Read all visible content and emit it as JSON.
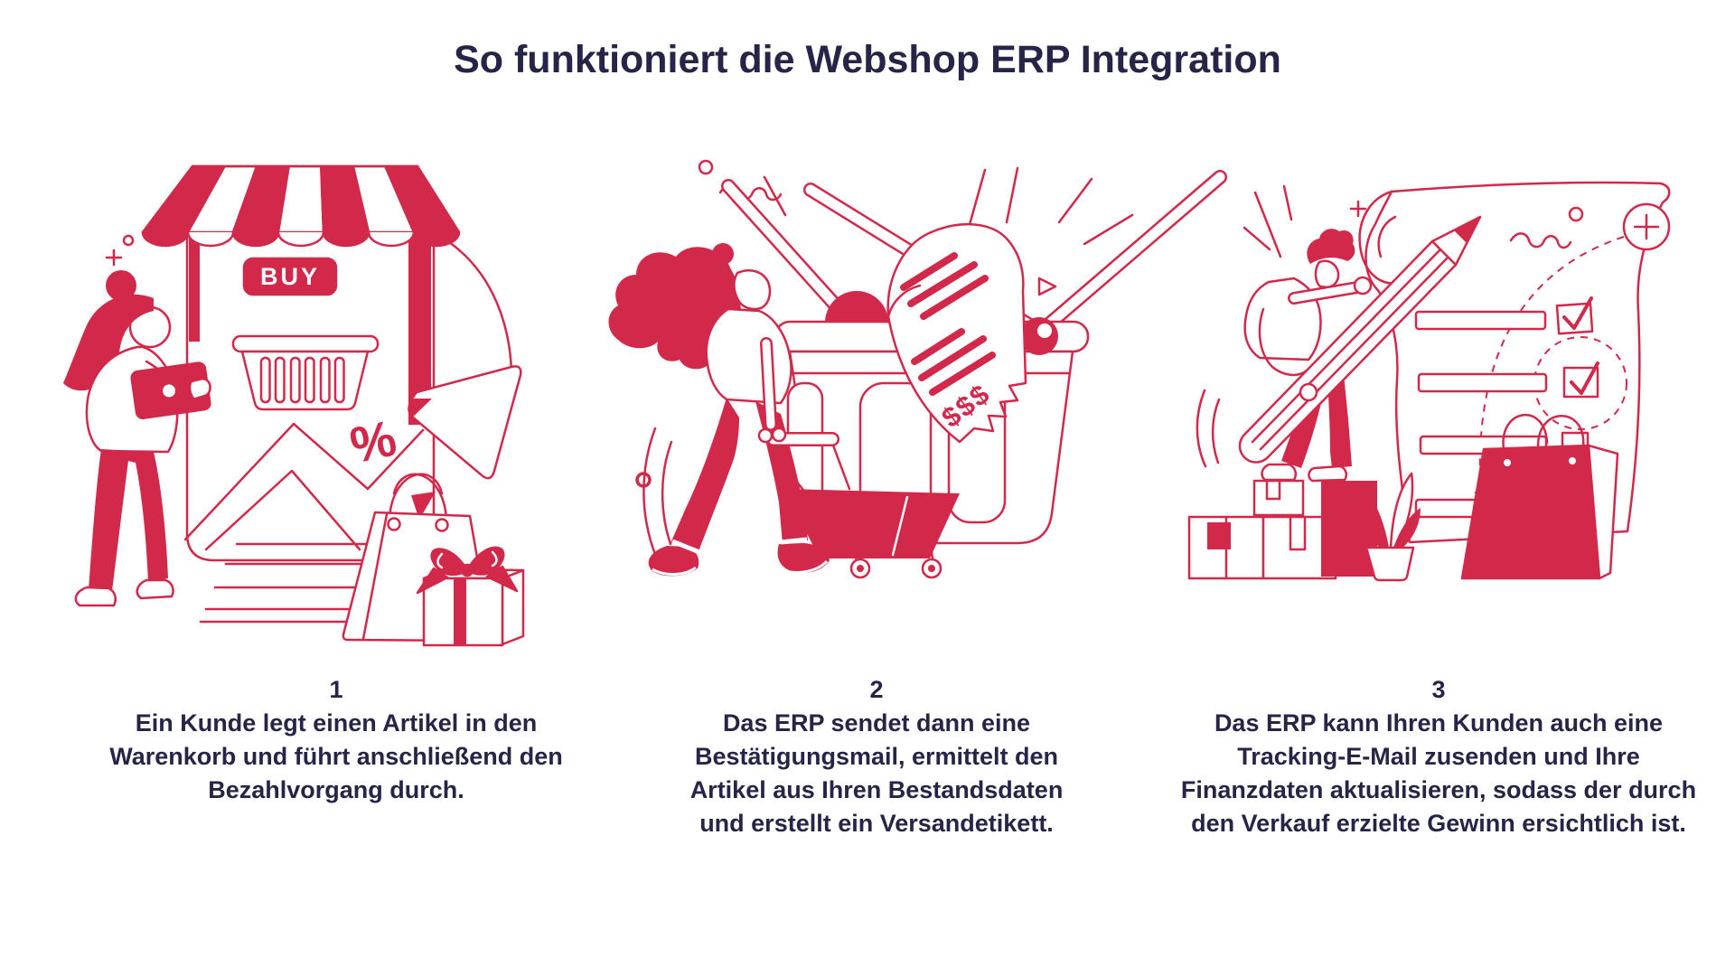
{
  "colors": {
    "accent": "#d2294b",
    "navy": "#262548",
    "background": "#ffffff"
  },
  "title": "So funktioniert die Webshop ERP Integration",
  "steps": [
    {
      "number": "1",
      "caption": "Ein Kunde legt einen Artikel in den\nWarenkorb und führt anschließend den\nBezahlvorgang durch."
    },
    {
      "number": "2",
      "caption": "Das ERP sendet dann eine\nBestätigungsmail, ermittelt den\nArtikel aus Ihren Bestandsdaten\nund erstellt ein Versandetikett."
    },
    {
      "number": "3",
      "caption": "Das ERP kann Ihren Kunden auch eine\nTracking-E-Mail zusenden und Ihre\nFinanzdaten aktualisieren, sodass der durch\nden Verkauf erzielte Gewinn ersichtlich ist."
    }
  ],
  "illustrations": {
    "storefront": {
      "buy_label": "BUY",
      "percent": "%"
    },
    "receipt": {
      "dollars": "$$$"
    }
  }
}
